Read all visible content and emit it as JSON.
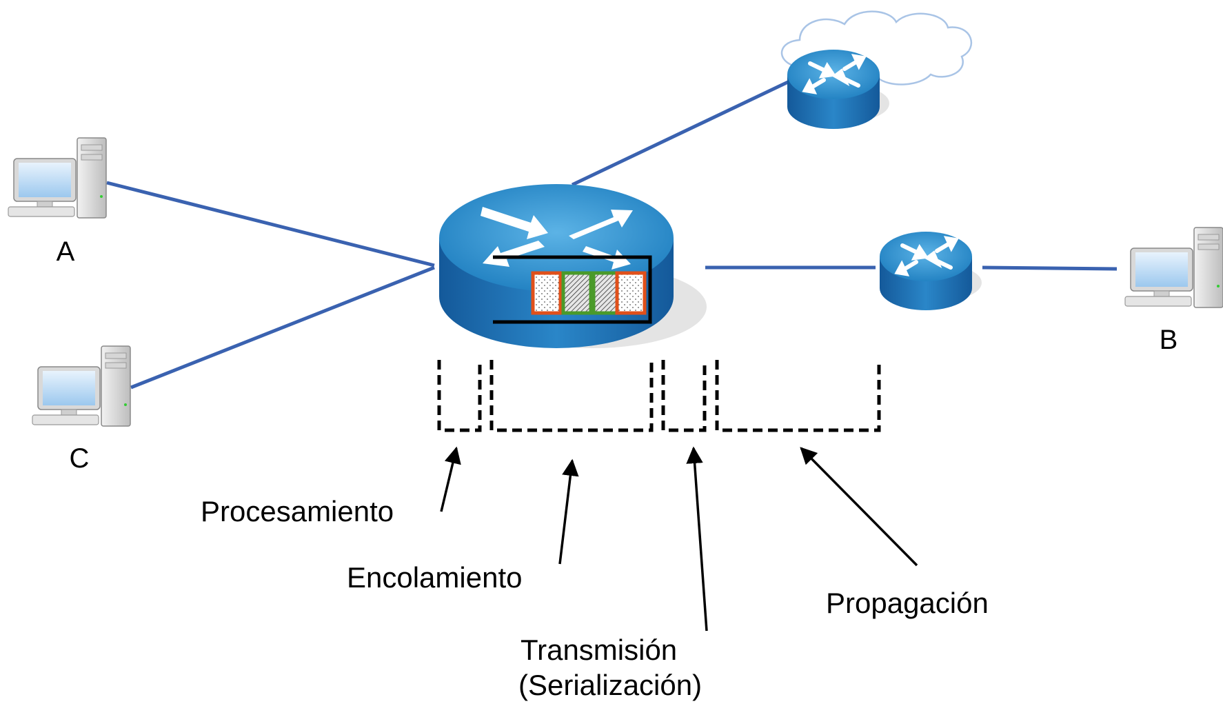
{
  "hosts": [
    {
      "id": "A",
      "label": "A"
    },
    {
      "id": "C",
      "label": "C"
    },
    {
      "id": "B",
      "label": "B"
    }
  ],
  "delay_labels": {
    "processing": "Procesamiento",
    "queueing": "Encolamiento",
    "transmission_line1": "Transmisión",
    "transmission_line2": "(Serialización)",
    "propagation": "Propagación"
  },
  "colors": {
    "link": "#3a62b0",
    "router_top": "#2f8fcf",
    "router_side": "#1a6aa6",
    "queue_packet_red": "#e0501a",
    "queue_packet_green": "#4a9a2a"
  }
}
